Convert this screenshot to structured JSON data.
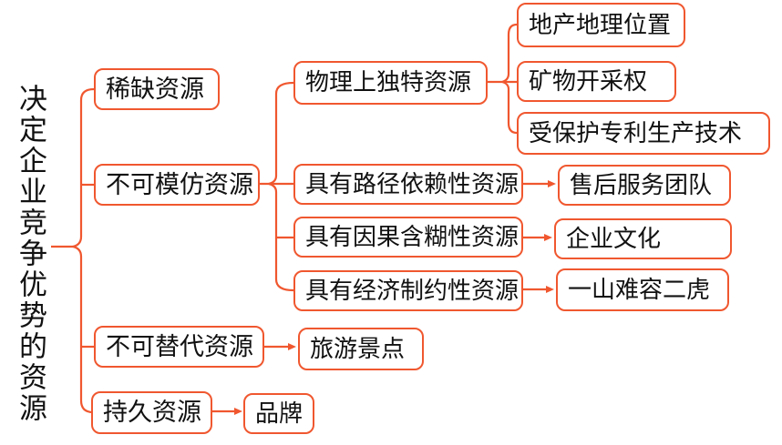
{
  "colors": {
    "accent": "#F0572F",
    "text": "#111111",
    "node-fill": "#FFFFFF"
  },
  "diagram": {
    "type": "mindmap-tree",
    "root": "决定企业竞争优势的资源",
    "branches": [
      {
        "label": "稀缺资源",
        "children": []
      },
      {
        "label": "不可模仿资源",
        "children": [
          {
            "label": "物理上独特资源",
            "connector": "brace",
            "children": [
              {
                "label": "地产地理位置"
              },
              {
                "label": "矿物开采权"
              },
              {
                "label": "受保护专利生产技术"
              }
            ]
          },
          {
            "label": "具有路径依赖性资源",
            "connector": "arrow",
            "children": [
              {
                "label": "售后服务团队"
              }
            ]
          },
          {
            "label": "具有因果含糊性资源",
            "connector": "arrow",
            "children": [
              {
                "label": "企业文化"
              }
            ]
          },
          {
            "label": "具有经济制约性资源",
            "connector": "arrow",
            "children": [
              {
                "label": "一山难容二虎"
              }
            ]
          }
        ]
      },
      {
        "label": "不可替代资源",
        "connector": "arrow",
        "children": [
          {
            "label": "旅游景点"
          }
        ]
      },
      {
        "label": "持久资源",
        "connector": "arrow",
        "children": [
          {
            "label": "品牌"
          }
        ]
      }
    ]
  }
}
